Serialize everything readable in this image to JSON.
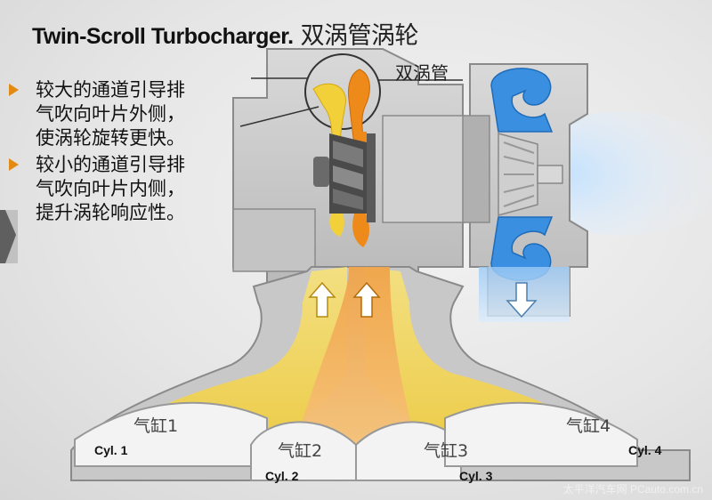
{
  "title": {
    "en": "Twin-Scroll Turbocharger.",
    "cn": "双涡管涡轮"
  },
  "bullets": [
    {
      "lines": [
        "较大的通道引导排",
        "气吹向叶片外侧，",
        "使涡轮旋转更快。"
      ]
    },
    {
      "lines": [
        "较小的通道引导排",
        "气吹向叶片内侧，",
        "提升涡轮响应性。"
      ]
    }
  ],
  "callout_label": "双涡管",
  "cylinders": [
    {
      "en": "Cyl. 1",
      "cn": "气缸1"
    },
    {
      "en": "Cyl. 2",
      "cn": "气缸2"
    },
    {
      "en": "Cyl. 3",
      "cn": "气缸3"
    },
    {
      "en": "Cyl. 4",
      "cn": "气缸4"
    }
  ],
  "watermark": "太平洋汽车网 PCauto.com.cn",
  "colors": {
    "accent": "#e38a12",
    "exhaust_yellow": "#f2d03a",
    "exhaust_orange": "#ee8a1a",
    "intake_blue": "#3b8fe0",
    "housing": "#c9c9c9"
  }
}
